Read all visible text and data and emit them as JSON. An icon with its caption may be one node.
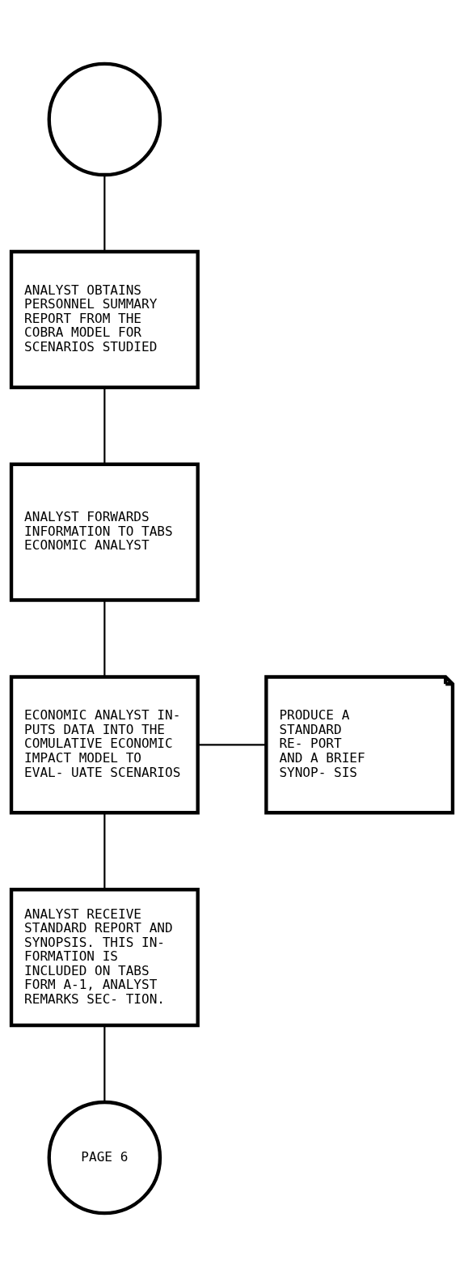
{
  "diagram": {
    "nodes": [
      {
        "text": [],
        "shape": "circle"
      },
      {
        "text": [
          "ANALYST OBTAINS PERSONNEL SUMMARY REPORT FROM THE COBRA MODEL FOR SCENARIOS STUDIED"
        ]
      },
      {
        "text": [
          "ANALYST FORWARDS INFORMATION TO TABS ECONOMIC ANALYST"
        ]
      },
      {
        "text": [
          "ECONOMIC ANALYST IN- PUTS DATA INTO THE COMULATIVE ECONOMIC IMPACT MODEL TO EVAL- UATE SCENARIOS"
        ]
      },
      {
        "text": [
          "PRODUCE A STANDARD RE- PORT AND A BRIEF SYNOP- SIS"
        ]
      },
      {
        "text": [
          "ANALYST RECEIVE STANDARD REPORT AND SYNOPSIS. THIS IN- FORMATION IS INCLUDED ON TABS FORM A-1, ANALYST REMARKS SEC- TION."
        ]
      },
      {
        "text": [
          "PAGE 6"
        ]
      }
    ],
    "edges": [
      {
        "from": 0,
        "to": 1,
        "arrow": "none"
      },
      {
        "from": 1,
        "to": 2,
        "arrow": "none"
      },
      {
        "from": 2,
        "to": 3,
        "arrow": "none"
      },
      {
        "from": 3,
        "to": 4,
        "arrow": "none"
      },
      {
        "from": 3,
        "to": 5,
        "arrow": "none"
      },
      {
        "from": 5,
        "to": 6,
        "arrow": "none"
      }
    ]
  }
}
